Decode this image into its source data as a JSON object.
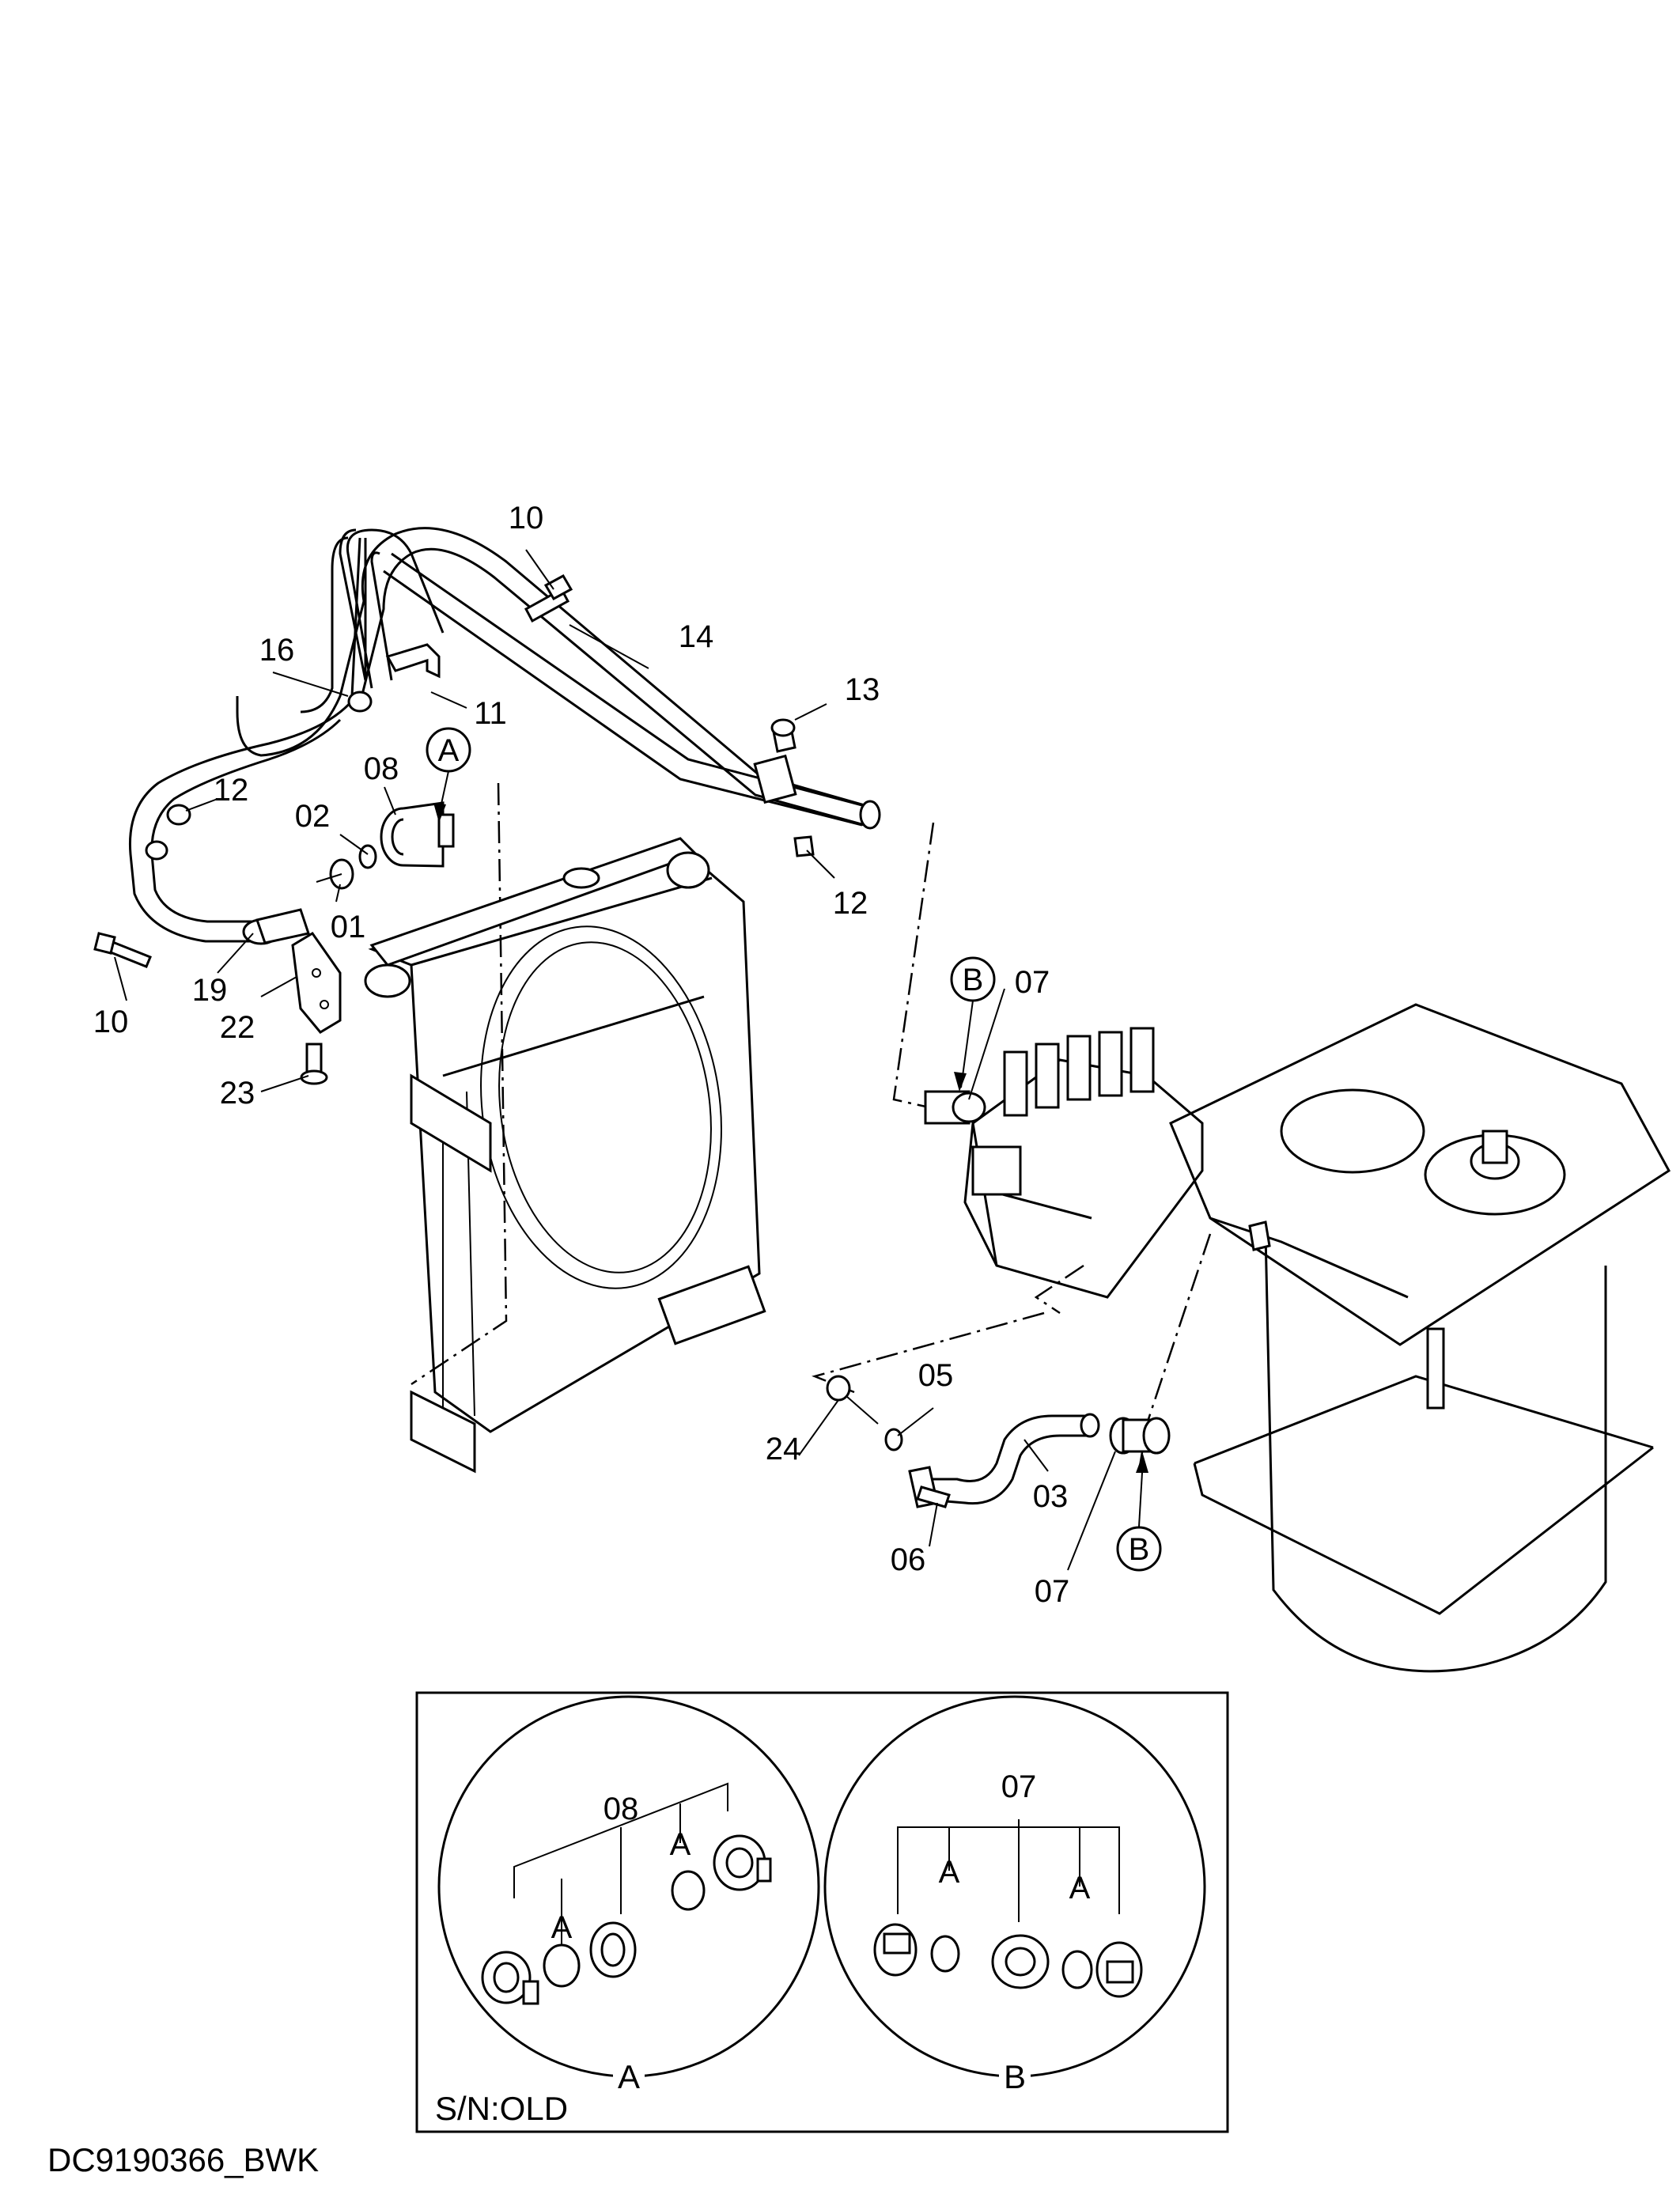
{
  "diagram_code": "DC9190366_BWK",
  "callouts": {
    "c10_top": "10",
    "c16": "16",
    "c14": "14",
    "c11": "11",
    "c13": "13",
    "c12_left": "12",
    "c08": "08",
    "cA_main": "A",
    "c02": "02",
    "c01": "01",
    "c10_left": "10",
    "c19": "19",
    "c22": "22",
    "c23": "23",
    "c12_right": "12",
    "cB_top": "B",
    "c07_top": "07",
    "c05": "05",
    "c24": "24",
    "c03": "03",
    "c06": "06",
    "c07_bottom": "07",
    "cB_bottom": "B"
  },
  "detail": {
    "serial_note": "S/N:OLD",
    "detail_a": {
      "title": "A",
      "part": "08",
      "sub_left": "A",
      "sub_right": "A"
    },
    "detail_b": {
      "title": "B",
      "part": "07",
      "sub_left": "A",
      "sub_right": "A"
    }
  }
}
